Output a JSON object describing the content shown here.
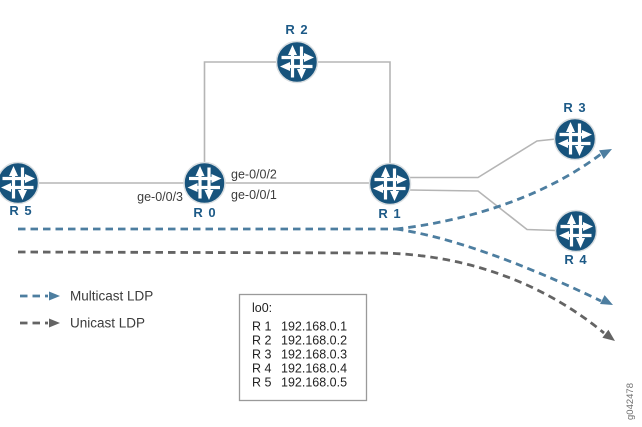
{
  "routers": [
    {
      "id": "r5",
      "label": "R 5"
    },
    {
      "id": "r0",
      "label": "R 0"
    },
    {
      "id": "r1",
      "label": "R 1"
    },
    {
      "id": "r2",
      "label": "R 2"
    },
    {
      "id": "r3",
      "label": "R 3"
    },
    {
      "id": "r4",
      "label": "R 4"
    }
  ],
  "interface_labels": {
    "ge_0_0_2": "ge-0/0/2",
    "ge_0_0_1": "ge-0/0/1",
    "ge_0_0_3": "ge-0/0/3"
  },
  "legend": {
    "multicast": "Multicast LDP",
    "unicast": "Unicast LDP"
  },
  "loopback_box": {
    "title": "lo0:",
    "rows": [
      {
        "router": "R 1",
        "ip": "192.168.0.1"
      },
      {
        "router": "R 2",
        "ip": "192.168.0.2"
      },
      {
        "router": "R 3",
        "ip": "192.168.0.3"
      },
      {
        "router": "R 4",
        "ip": "192.168.0.4"
      },
      {
        "router": "R 5",
        "ip": "192.168.0.5"
      }
    ]
  },
  "figure_id": "g042478",
  "colors": {
    "router_fill": "#17537c",
    "router_label_blue": "#1d5a87",
    "link_gray": "#b5b5b5",
    "multicast_blue": "#4d7ea0",
    "unicast_gray": "#646464"
  }
}
